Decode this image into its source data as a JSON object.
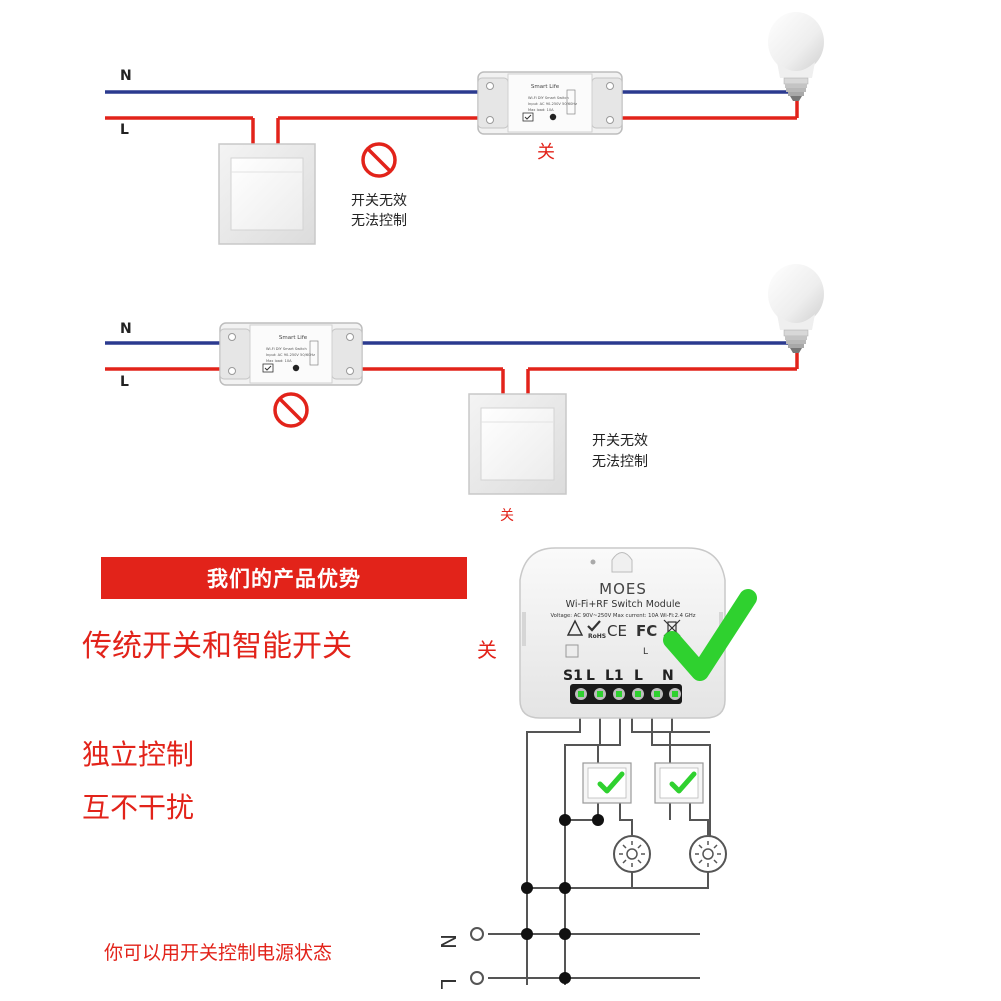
{
  "diagram1": {
    "n_label": "N",
    "l_label": "L",
    "module_brand": "Smart Life",
    "module_small_lines": [
      "Wi-Fi DIY Smart Switch",
      "Input: AC 90-250V 50/60Hz",
      "Max load: 10A"
    ],
    "off_label": "关",
    "note_line1": "开关无效",
    "note_line2": "无法控制"
  },
  "diagram2": {
    "n_label": "N",
    "l_label": "L",
    "module_brand": "Smart Life",
    "module_small_lines": [
      "Wi-Fi DIY Smart Switch",
      "Input: AC 90-250V 50/60Hz",
      "Max load: 10A"
    ],
    "off_label": "关",
    "note_line1": "开关无效",
    "note_line2": "无法控制"
  },
  "section3": {
    "banner": "我们的产品优势",
    "headline": "传统开关和智能开关",
    "off_label": "关",
    "feature_line1": "独立控制",
    "feature_line2": "互不干扰",
    "bottom_note": "你可以用开关控制电源状态",
    "n_label": "N",
    "l_label": "L"
  },
  "moes_module": {
    "brand": "MOES",
    "model": "Wi-Fi+RF Switch Module",
    "specs": "Voltage: AC 90V~250V   Max current: 10A   Wi-Fi:2.4 GHz",
    "cert_rohs": "RoHS",
    "cert_ce": "CE",
    "cert_fcc": "FC",
    "terminal_labels": [
      "S1",
      "L",
      "L1",
      "L",
      "N"
    ],
    "mini_l": "L"
  },
  "colors": {
    "red_wire": "#e2231a",
    "blue_wire": "#2b3a8f",
    "check_green": "#2fd12f",
    "banner_red": "#e2231a"
  }
}
